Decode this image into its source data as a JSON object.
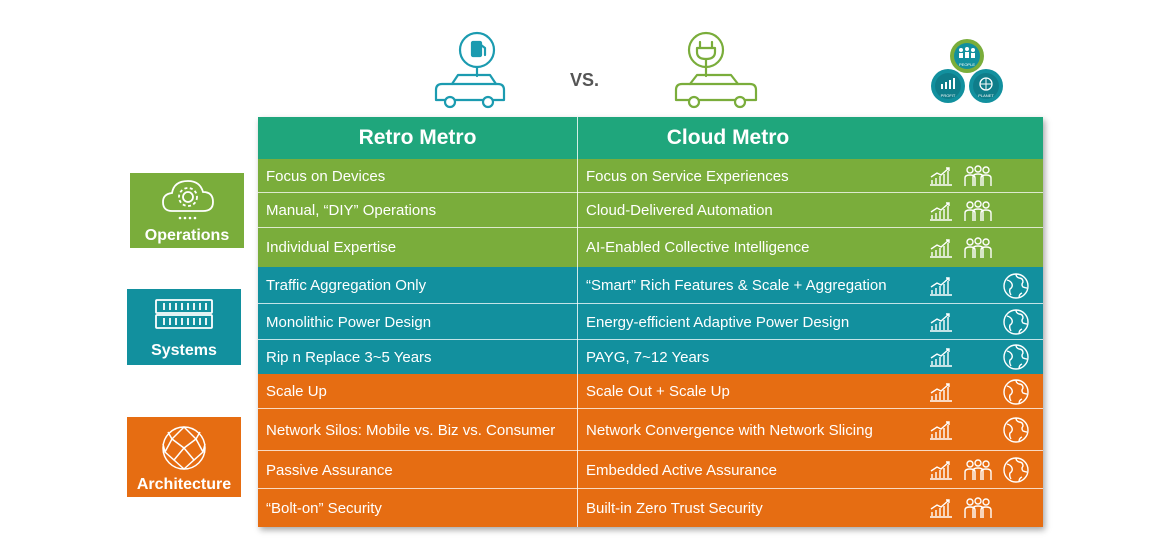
{
  "vs_label": "VS.",
  "header": {
    "col1": "Retro Metro",
    "col2": "Cloud Metro"
  },
  "logo": {
    "people": "PEOPLE",
    "profit": "PROFIT",
    "planet": "PLANET"
  },
  "side_labels": {
    "operations": "Operations",
    "systems": "Systems",
    "architecture": "Architecture"
  },
  "colors": {
    "header": "#1fa67c",
    "operations": "#7aad3b",
    "systems": "#12909e",
    "architecture": "#e66d12"
  },
  "rows": [
    {
      "retro": "Focus on Devices",
      "cloud": "Focus on Service Experiences",
      "icons": [
        "profit-icon",
        "people-icon"
      ]
    },
    {
      "retro": "Manual, “DIY” Operations",
      "cloud": "Cloud-Delivered Automation",
      "icons": [
        "profit-icon",
        "people-icon"
      ]
    },
    {
      "retro": "Individual Expertise",
      "cloud": "AI-Enabled Collective Intelligence",
      "icons": [
        "profit-icon",
        "people-icon"
      ]
    },
    {
      "retro": "Traffic Aggregation Only",
      "cloud": "“Smart” Rich Features & Scale + Aggregation",
      "icons": [
        "profit-icon",
        "planet-icon"
      ]
    },
    {
      "retro": "Monolithic Power Design",
      "cloud": "Energy-efficient Adaptive Power Design",
      "icons": [
        "profit-icon",
        "planet-icon"
      ]
    },
    {
      "retro": "Rip n Replace 3~5 Years",
      "cloud": "PAYG, 7~12 Years",
      "icons": [
        "profit-icon",
        "planet-icon"
      ]
    },
    {
      "retro": "Scale Up",
      "cloud": "Scale Out + Scale Up",
      "icons": [
        "profit-icon",
        "planet-icon"
      ]
    },
    {
      "retro": "Network Silos: Mobile vs. Biz vs. Consumer",
      "cloud": "Network Convergence with Network Slicing",
      "icons": [
        "profit-icon",
        "planet-icon"
      ]
    },
    {
      "retro": "Passive Assurance",
      "cloud": "Embedded Active Assurance",
      "icons": [
        "profit-icon",
        "people-icon",
        "planet-icon"
      ]
    },
    {
      "retro": "“Bolt-on” Security",
      "cloud": "Built-in Zero Trust Security",
      "icons": [
        "profit-icon",
        "people-icon"
      ]
    }
  ]
}
